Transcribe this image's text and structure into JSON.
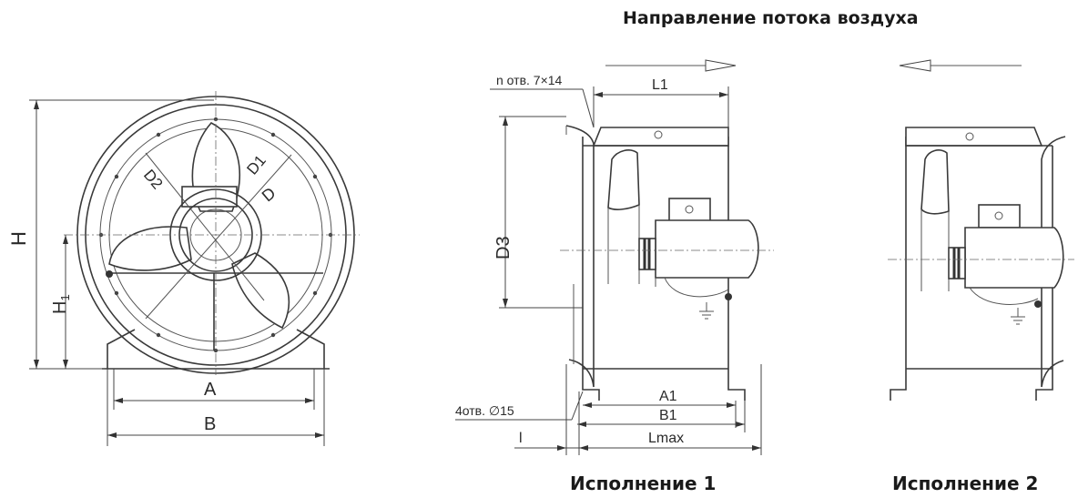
{
  "header": {
    "airflow_title": "Направление потока воздуха"
  },
  "captions": {
    "version1": "Исполнение 1",
    "version2": "Исполнение 2"
  },
  "front_view": {
    "labels": {
      "H": "H",
      "H1": "H",
      "H1_sub": "1",
      "A": "A",
      "B": "B",
      "D": "D",
      "D1": "D1",
      "D2": "D2"
    }
  },
  "side_view": {
    "labels": {
      "holes_top": "n отв. 7×14",
      "L1": "L1",
      "D3": "D3",
      "A1": "A1",
      "B1": "B1",
      "Lmax": "Lmax",
      "l": "l",
      "holes_bottom": "4отв. ∅15"
    }
  },
  "icons": {
    "arrow_right": "arrow-right-icon",
    "arrow_left": "arrow-left-icon",
    "ground": "ground-icon"
  }
}
